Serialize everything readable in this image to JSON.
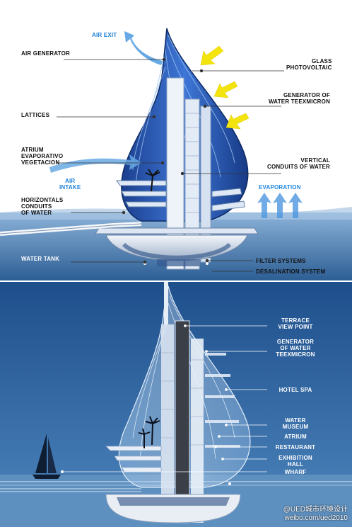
{
  "top_labels": {
    "air_exit": "AIR EXIT",
    "air_generator": "AIR GENERATOR",
    "glass_photovoltaic": "GLASS\nPHOTOVOLTAIC",
    "generator_water": "GENERATOR OF\nWATER TEEXMICRON",
    "lattices": "LATTICES",
    "atrium": "ATRIUM\nEVAPORATIVO\nVEGETACION",
    "vertical_conduits": "VERTICAL\nCONDUITS OF WATER",
    "air_intake": "AIR\nINTAKE",
    "evaporation": "EVAPORATION",
    "horizontal_conduits": "HORIZONTALS\nCONDUITS\nOF WATER",
    "water_tank": "WATER TANK",
    "filter_systems": "FILTER SYSTEMS",
    "desalination": "DESALINATION SYSTEM"
  },
  "bottom_labels": {
    "terrace": "TERRACE\nVIEW POINT",
    "generator_water": "GENERATOR\nOF WATER\nTEEXMICRON",
    "hotel_spa": "HOTEL SPA",
    "water_museum": "WATER\nMUSEUM",
    "atrium": "ATRIUM",
    "restaurant": "RESTAURANT",
    "exhibition_hall": "EXHIBITION\nHALL",
    "wharf": "WHARF"
  },
  "watermark": {
    "line1": "@UED城市环境设计",
    "line2": "weibo.com/ued2010"
  },
  "colors": {
    "sky_blue": "#1a5fa8",
    "sea_blue": "#5b93c7",
    "glass_blue": "#2a62c9",
    "arrow_yellow": "#f4e40d",
    "arrow_blue": "#67a9e4"
  }
}
